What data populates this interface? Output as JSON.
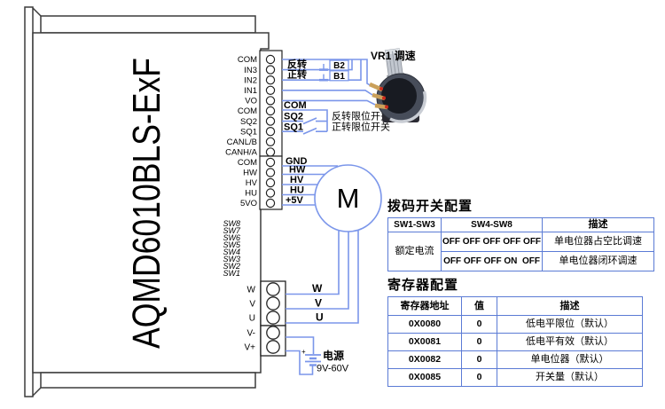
{
  "device": {
    "model": "AQMD6010BLS-ExF",
    "io_terminals": [
      "COM",
      "IN3",
      "IN2",
      "IN1",
      "VO",
      "COM",
      "SQ2",
      "SQ1",
      "CANL/B",
      "CANH/A"
    ],
    "hall_terminals": [
      "COM",
      "HW",
      "HV",
      "HU",
      "5VO"
    ],
    "dip_switches": [
      "SW8",
      "SW7",
      "SW6",
      "SW5",
      "SW4",
      "SW3",
      "SW2",
      "SW1"
    ],
    "phase_terminals": [
      "W",
      "V",
      "U"
    ],
    "power_terminals": [
      "V-",
      "V+"
    ]
  },
  "wiring": {
    "reverse_label": "反转",
    "forward_label": "正转",
    "reverse_button": "B2",
    "forward_button": "B1",
    "pot_label": "VR1 调速",
    "com_label": "COM",
    "sq2_label": "SQ2",
    "sq1_label": "SQ1",
    "sq2_desc": "反转限位开关",
    "sq1_desc": "正转限位开关",
    "hall_wires": [
      "GND",
      "HW",
      "HV",
      "HU",
      "+5V"
    ],
    "motor_label": "M",
    "phase_wires": [
      "W",
      "V",
      "U"
    ],
    "power_label": "电源",
    "power_range": "9V-60V",
    "power_plus": "+"
  },
  "dip_table": {
    "title": "拨码开关配置",
    "headers": [
      "SW1-SW3",
      "SW4-SW8",
      "描述"
    ],
    "col1_span": "额定电流",
    "rows": [
      {
        "sw": "OFF OFF OFF OFF OFF",
        "desc": "单电位器占空比调速"
      },
      {
        "sw": "OFF OFF OFF ON  OFF",
        "desc": "单电位器闭环调速"
      }
    ]
  },
  "reg_table": {
    "title": "寄存器配置",
    "headers": [
      "寄存器地址",
      "值",
      "描述"
    ],
    "rows": [
      {
        "addr": "0X0080",
        "val": "0",
        "desc": "低电平限位（默认）"
      },
      {
        "addr": "0X0081",
        "val": "0",
        "desc": "低电平有效（默认）"
      },
      {
        "addr": "0X0082",
        "val": "0",
        "desc": "单电位器（默认）"
      },
      {
        "addr": "0X0085",
        "val": "0",
        "desc": "开关量（默认）"
      }
    ]
  },
  "colors": {
    "wire": "#7b96ea",
    "table_border": "#5b7bd5",
    "outline": "#3c3c3c"
  }
}
